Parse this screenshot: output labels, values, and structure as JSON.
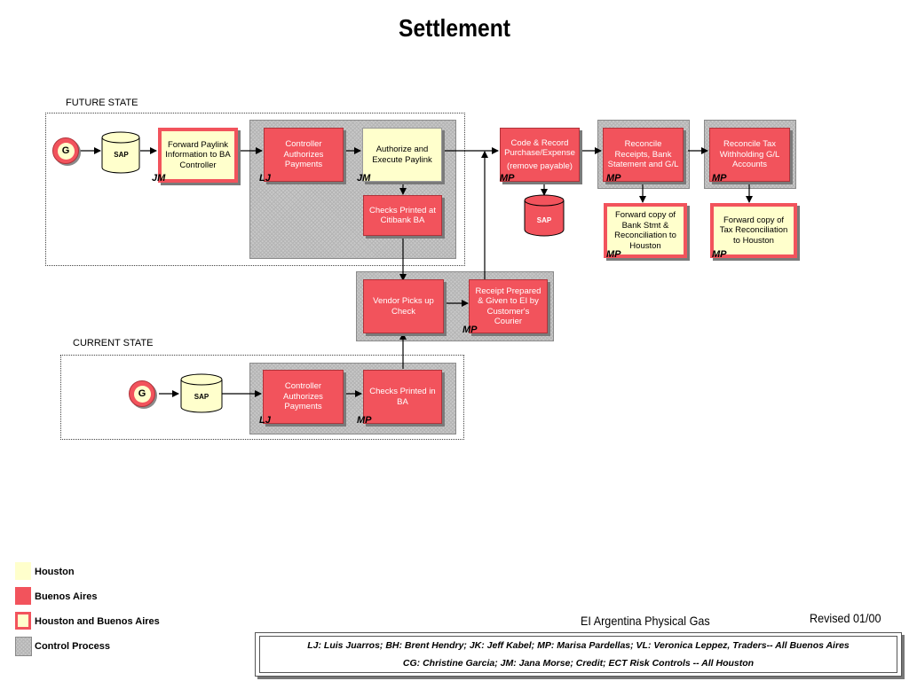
{
  "title": "Settlement",
  "sections": {
    "future": "FUTURE STATE",
    "current": "CURRENT STATE"
  },
  "future": {
    "start": "G",
    "db1": "SAP",
    "db2": "SAP",
    "forward_paylink": "Forward Paylink Information to BA Controller",
    "forward_paylink_ini": "JM",
    "controller": "Controller Authorizes Payments",
    "controller_ini": "LJ",
    "authorize": "Authorize and Execute Paylink",
    "authorize_ini": "JM",
    "checks_printed": "Checks Printed at Citibank BA",
    "code_record": "Code & Record Purchase/Expense",
    "code_record_note": "(remove payable)",
    "code_record_ini": "MP",
    "reconcile_receipts": "Reconcile Receipts, Bank Statement and G/L",
    "reconcile_receipts_ini": "MP",
    "reconcile_tax": "Reconcile Tax Withholding G/L Accounts",
    "reconcile_tax_ini": "MP",
    "forward_bank": "Forward copy of Bank Stmt & Reconciliation to Houston",
    "forward_bank_ini": "MP",
    "forward_tax": "Forward copy of Tax Reconciliation to Houston",
    "forward_tax_ini": "MP"
  },
  "shared": {
    "vendor_picks": "Vendor Picks up Check",
    "receipt_prepared": "Receipt Prepared & Given to EI by Customer's Courier",
    "receipt_prepared_ini": "MP"
  },
  "current": {
    "start": "G",
    "db": "SAP",
    "controller": "Controller Authorizes Payments",
    "controller_ini": "LJ",
    "checks_printed": "Checks Printed in BA",
    "checks_printed_ini": "MP"
  },
  "legend": [
    {
      "label": "Houston",
      "swatch": "yellow"
    },
    {
      "label": "Buenos Aires",
      "swatch": "red"
    },
    {
      "label": "Houston and Buenos Aires",
      "swatch": "both"
    },
    {
      "label": "Control Process",
      "swatch": "control"
    }
  ],
  "footer": {
    "company": "EI Argentina Physical Gas",
    "revised": "Revised 01/00",
    "line1": "LJ: Luis Juarros; BH: Brent Hendry; JK: Jeff Kabel; MP: Marisa Pardellas; VL: Veronica Leppez, Traders-- All Buenos Aires",
    "line2": "CG: Christine Garcia; JM: Jana Morse; Credit; ECT Risk Controls -- All Houston"
  },
  "colors": {
    "buenos_aires_red": "#f2535c",
    "houston_yellow": "#ffffcc",
    "control_gray": "#c8c8c8"
  }
}
